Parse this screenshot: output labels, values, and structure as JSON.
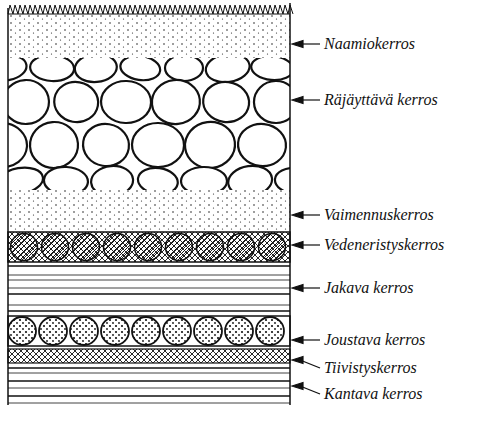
{
  "diagram": {
    "labels": [
      "Naamiokerros",
      "Räjäyttävä kerros",
      "Vaimennuskerros",
      "Vedeneristyskerros",
      "Jakava kerros",
      "Joustava kerros",
      "Tiivistyskerros",
      "Kantava kerros"
    ]
  }
}
